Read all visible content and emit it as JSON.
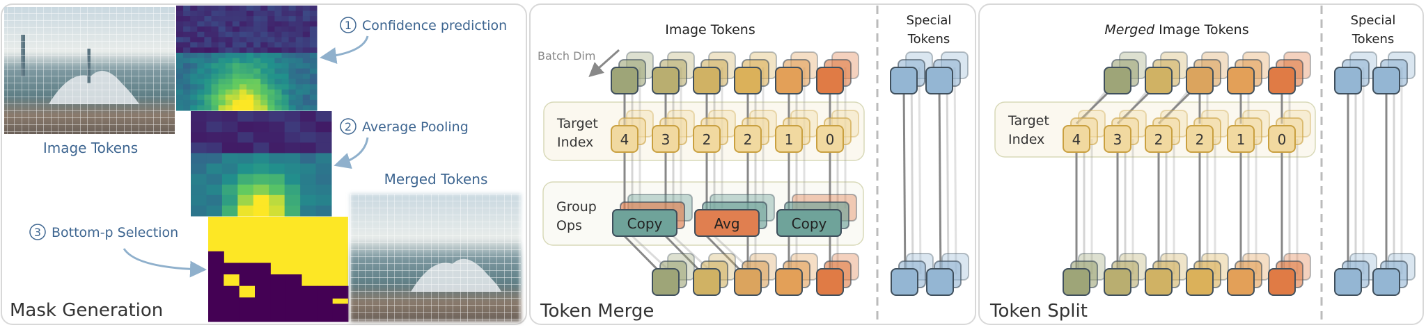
{
  "mask_panel": {
    "title": "Mask Generation",
    "image_tokens_label": "Image Tokens",
    "merged_tokens_label": "Merged Tokens",
    "steps": [
      {
        "num": "1",
        "label": "Confidence prediction"
      },
      {
        "num": "2",
        "label": "Average Pooling"
      },
      {
        "num": "3",
        "label": "Bottom-p Selection"
      }
    ]
  },
  "merge_panel": {
    "title": "Token Merge",
    "image_tokens_label": "Image Tokens",
    "special_tokens_label": [
      "Special",
      "Tokens"
    ],
    "batch_dim_label": "Batch Dim",
    "target_index_label": [
      "Target",
      "Index"
    ],
    "group_ops_label": [
      "Group",
      "Ops"
    ],
    "target_indices": [
      "4",
      "3",
      "2",
      "2",
      "1",
      "0"
    ],
    "group_ops": [
      "Copy",
      "Avg",
      "Copy"
    ]
  },
  "split_panel": {
    "title": "Token Split",
    "merged_word": "Merged",
    "image_tokens_label": " Image Tokens",
    "special_tokens_label": [
      "Special",
      "Tokens"
    ],
    "target_index_label": [
      "Target",
      "Index"
    ],
    "target_indices": [
      "4",
      "3",
      "2",
      "2",
      "1",
      "0"
    ]
  },
  "colors": {
    "token_columns": [
      "#9ea578",
      "#b9ae70",
      "#d0b264",
      "#dbb15a",
      "#e3a058",
      "#e07b45"
    ],
    "special_token": "#94b6d3",
    "index_tile": "#f1d9a0",
    "copy_op": "#6fa39a",
    "avg_op": "#e07f50",
    "text_blue": "#3d6590"
  }
}
